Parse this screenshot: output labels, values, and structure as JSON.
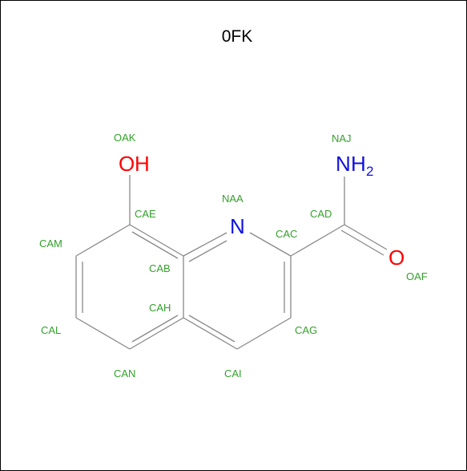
{
  "title": "0FK",
  "colors": {
    "bond": "#888888",
    "label": "#33a02c",
    "oxygen": "#ff0000",
    "nitrogen": "#1010e0",
    "frame": "#000000",
    "title": "#000000"
  },
  "heteroatoms": {
    "hydroxyl_O": "O",
    "hydroxyl_H": "H",
    "ring_N": "N",
    "amide_N": "N",
    "amide_H": "H",
    "amide_sub": "2",
    "carbonyl_O": "O"
  },
  "atoms": [
    {
      "id": "oak",
      "label": "OAK"
    },
    {
      "id": "naj",
      "label": "NAJ"
    },
    {
      "id": "naa",
      "label": "NAA"
    },
    {
      "id": "cae",
      "label": "CAE"
    },
    {
      "id": "cad",
      "label": "CAD"
    },
    {
      "id": "cac",
      "label": "CAC"
    },
    {
      "id": "cam",
      "label": "CAM"
    },
    {
      "id": "cab",
      "label": "CAB"
    },
    {
      "id": "oaf",
      "label": "OAF"
    },
    {
      "id": "cah",
      "label": "CAH"
    },
    {
      "id": "cal",
      "label": "CAL"
    },
    {
      "id": "cag",
      "label": "CAG"
    },
    {
      "id": "can",
      "label": "CAN"
    },
    {
      "id": "cai",
      "label": "CAI"
    }
  ]
}
